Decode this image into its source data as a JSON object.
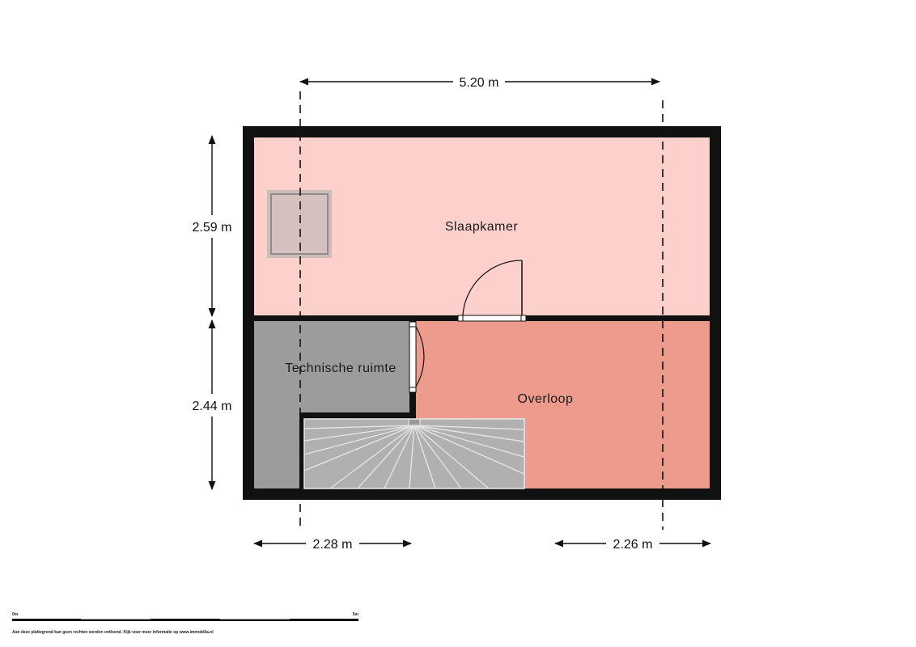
{
  "rooms": {
    "slaapkamer": "Slaapkamer",
    "technische_ruimte": "Technische ruimte",
    "overloop": "Overloop"
  },
  "dimensions": {
    "top_width": "5.20 m",
    "left_upper": "2.59 m",
    "left_lower": "2.44 m",
    "bottom_left": "2.28 m",
    "bottom_right": "2.26 m"
  },
  "scale_bar": {
    "start": "0m",
    "end": "5m"
  },
  "disclaimer": "Aan deze plattegrond kan geen rechten worden ontleend. Kijk voor meer informatie op www.immobilia.nl",
  "colors": {
    "slaapkamer": "#fdd0cb",
    "overloop": "#ed9b8c",
    "technische_ruimte": "#9c9c9c",
    "stairs": "#b0b0b0",
    "wall": "#111111"
  }
}
